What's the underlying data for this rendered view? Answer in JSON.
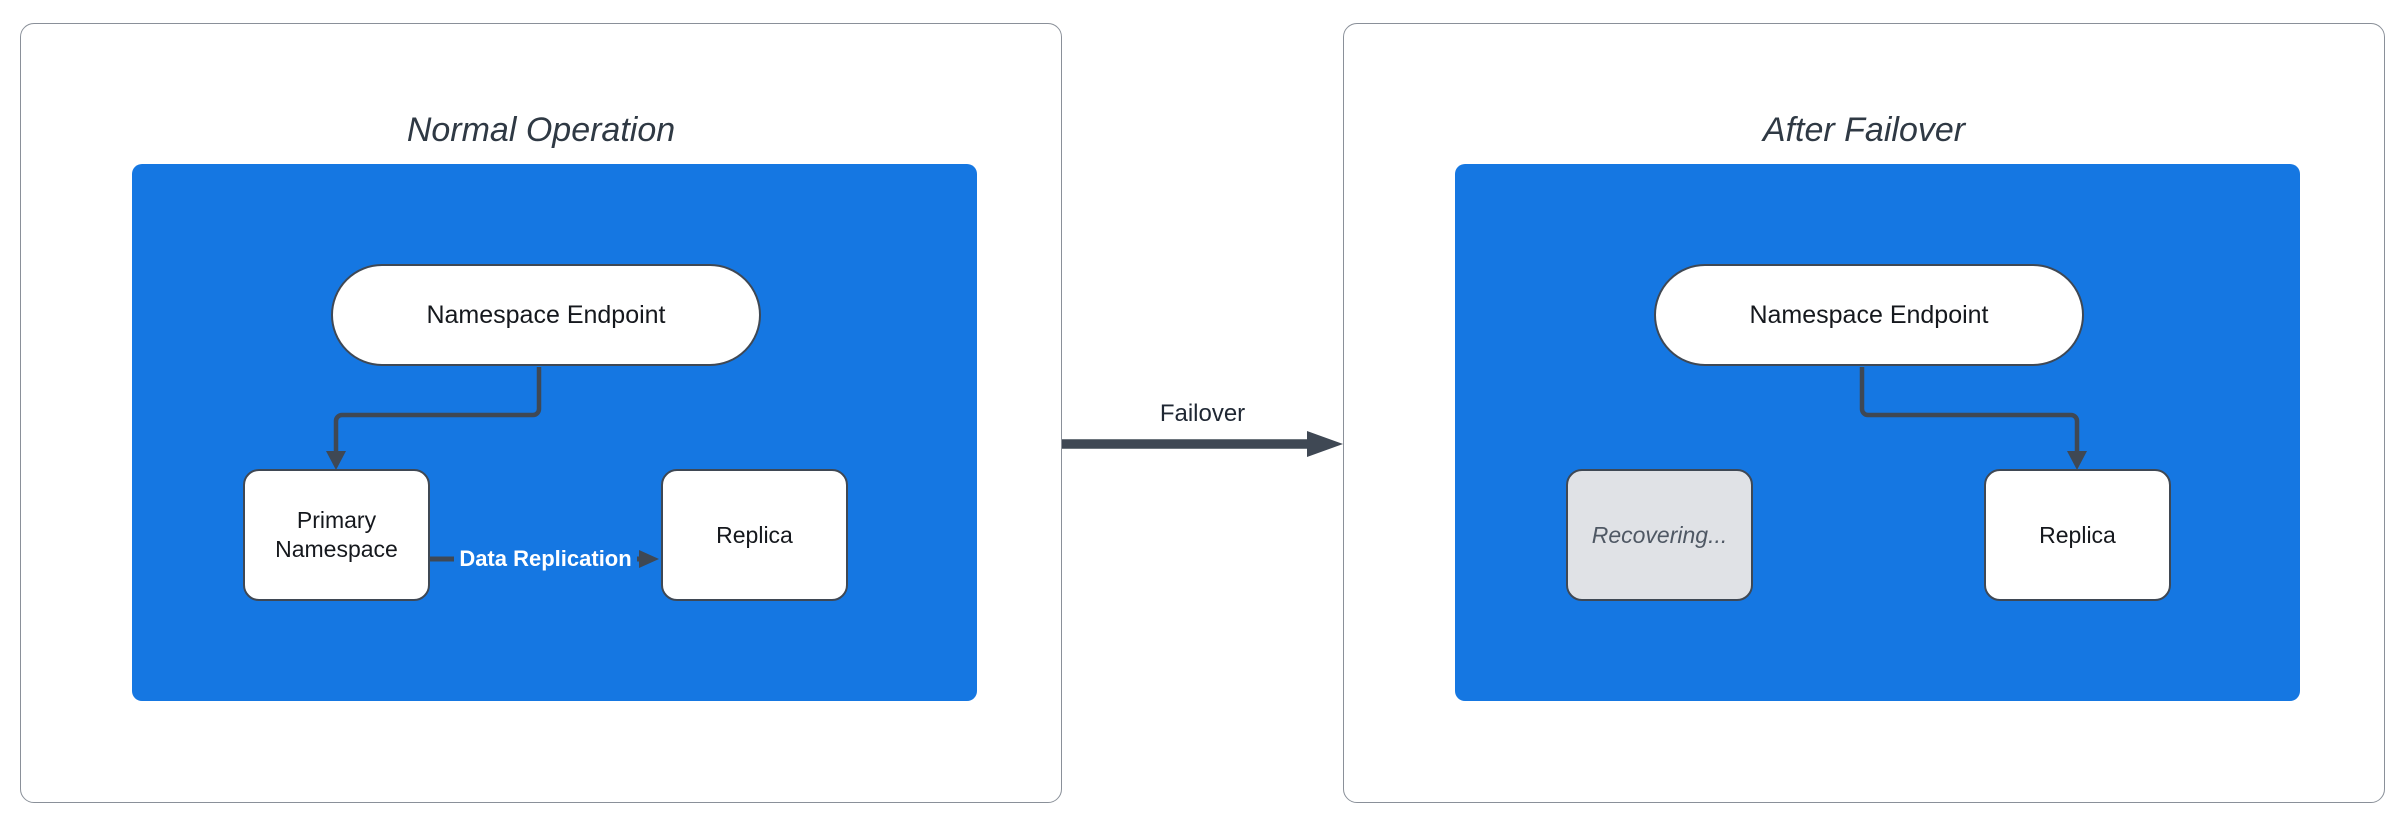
{
  "diagram": {
    "panels": [
      {
        "title": "Normal Operation",
        "endpoint": "Namespace Endpoint",
        "left_node": "Primary Namespace",
        "left_node_state": "active",
        "right_node": "Replica",
        "replication_label": "Data Replication"
      },
      {
        "title": "After Failover",
        "endpoint": "Namespace Endpoint",
        "left_node": "Recovering...",
        "left_node_state": "recovering",
        "right_node": "Replica"
      }
    ],
    "failover": {
      "label": "Failover"
    }
  },
  "colors": {
    "cluster_blue": "#1577E2",
    "stroke_dark": "#3F4854",
    "node_text": "#15181D",
    "muted_fill": "#E0E2E6",
    "muted_text": "#4F5864",
    "title_text": "#2F3944",
    "panel_border": "#8A9099",
    "page_bg": "#FFFFFF"
  }
}
